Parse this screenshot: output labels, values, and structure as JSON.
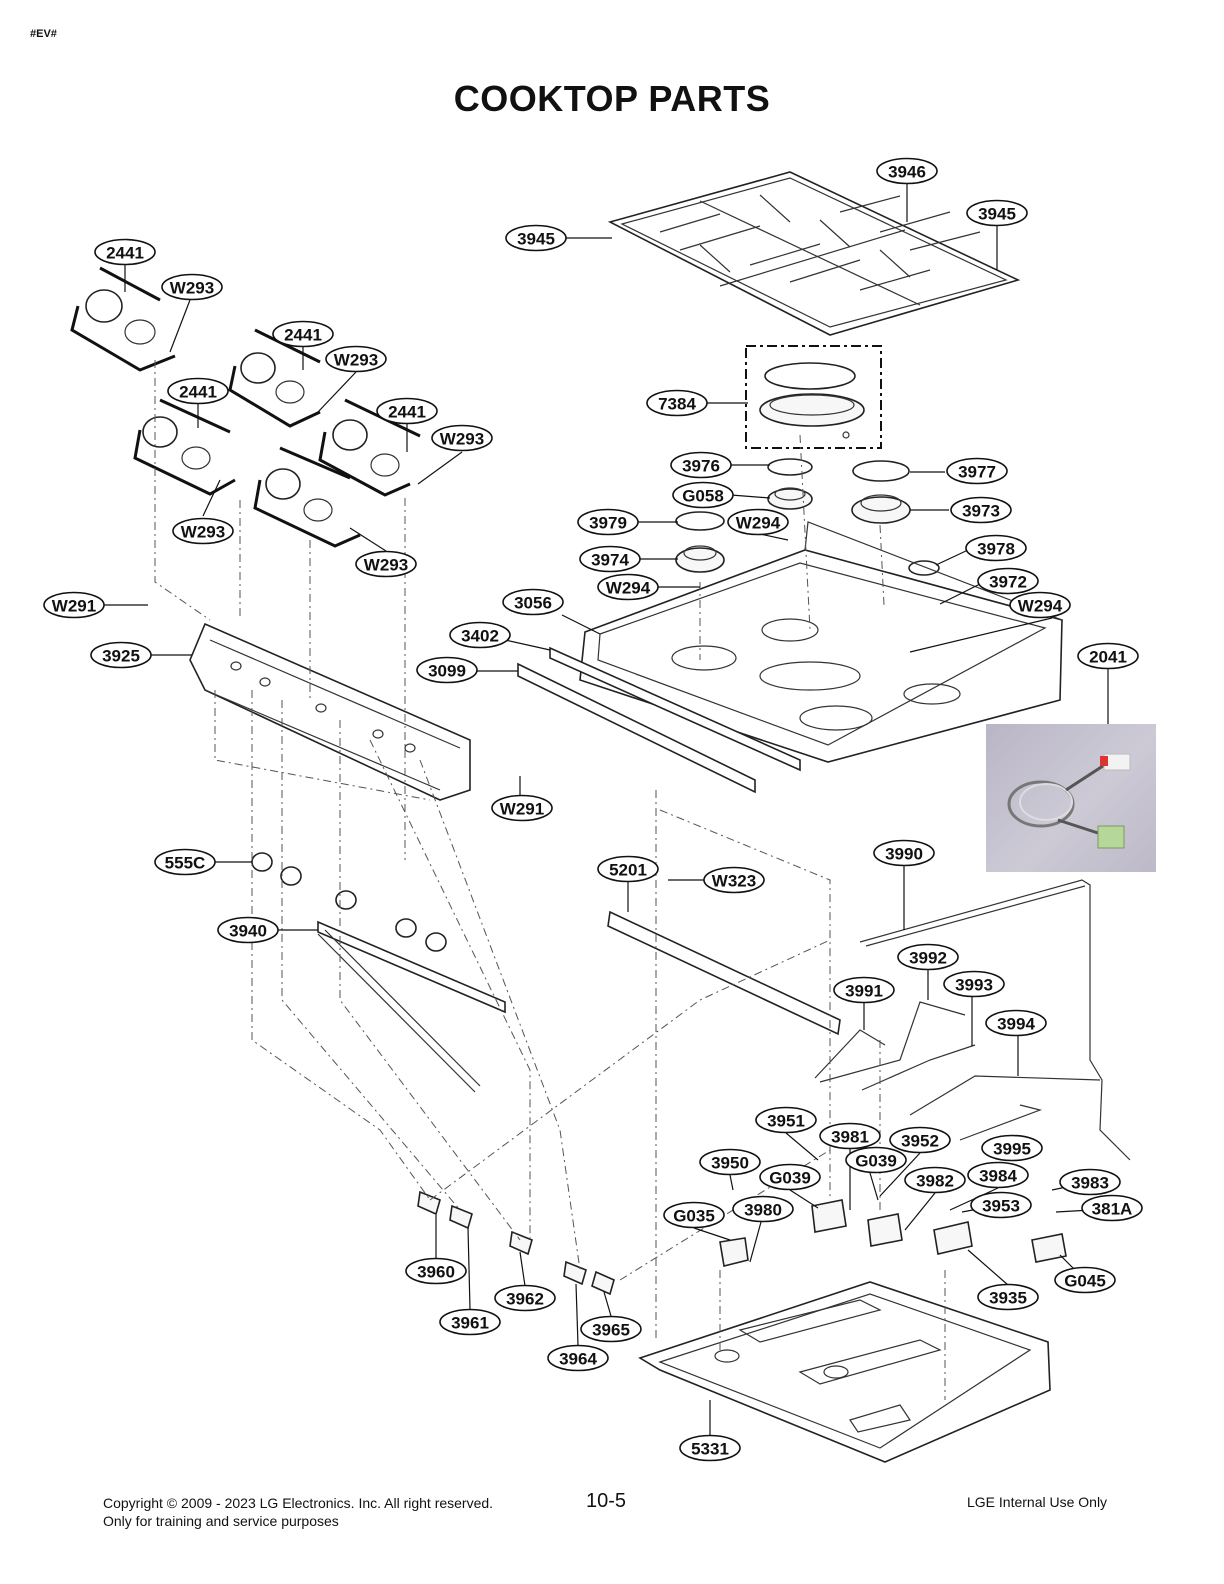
{
  "header": {
    "tag": "#EV#",
    "title": "COOKTOP PARTS"
  },
  "callouts": [
    {
      "label": "3946"
    },
    {
      "label": "3945"
    },
    {
      "label": "3945"
    },
    {
      "label": "2441"
    },
    {
      "label": "W293"
    },
    {
      "label": "2441"
    },
    {
      "label": "W293"
    },
    {
      "label": "2441"
    },
    {
      "label": "2441"
    },
    {
      "label": "W293"
    },
    {
      "label": "W293"
    },
    {
      "label": "W293"
    },
    {
      "label": "7384"
    },
    {
      "label": "3976"
    },
    {
      "label": "3977"
    },
    {
      "label": "G058"
    },
    {
      "label": "3973"
    },
    {
      "label": "3979"
    },
    {
      "label": "W294"
    },
    {
      "label": "3974"
    },
    {
      "label": "3978"
    },
    {
      "label": "W294"
    },
    {
      "label": "3972"
    },
    {
      "label": "W294"
    },
    {
      "label": "3056"
    },
    {
      "label": "W291"
    },
    {
      "label": "3402"
    },
    {
      "label": "3925"
    },
    {
      "label": "3099"
    },
    {
      "label": "2041"
    },
    {
      "label": "W291"
    },
    {
      "label": "3990"
    },
    {
      "label": "555C"
    },
    {
      "label": "5201"
    },
    {
      "label": "W323"
    },
    {
      "label": "3940"
    },
    {
      "label": "3992"
    },
    {
      "label": "3993"
    },
    {
      "label": "3991"
    },
    {
      "label": "3994"
    },
    {
      "label": "3951"
    },
    {
      "label": "3981"
    },
    {
      "label": "3952"
    },
    {
      "label": "3995"
    },
    {
      "label": "3950"
    },
    {
      "label": "G039"
    },
    {
      "label": "G039"
    },
    {
      "label": "3984"
    },
    {
      "label": "3982"
    },
    {
      "label": "3983"
    },
    {
      "label": "3953"
    },
    {
      "label": "G035"
    },
    {
      "label": "3980"
    },
    {
      "label": "381A"
    },
    {
      "label": "3960"
    },
    {
      "label": "G045"
    },
    {
      "label": "3962"
    },
    {
      "label": "3935"
    },
    {
      "label": "3961"
    },
    {
      "label": "3965"
    },
    {
      "label": "3964"
    },
    {
      "label": "5331"
    }
  ],
  "footer": {
    "copyright": "Copyright © 2009 - 2023 LG Electronics. Inc. All right reserved.",
    "note": "Only for training and service purposes",
    "page": "10-5",
    "usage": "LGE Internal Use Only"
  }
}
